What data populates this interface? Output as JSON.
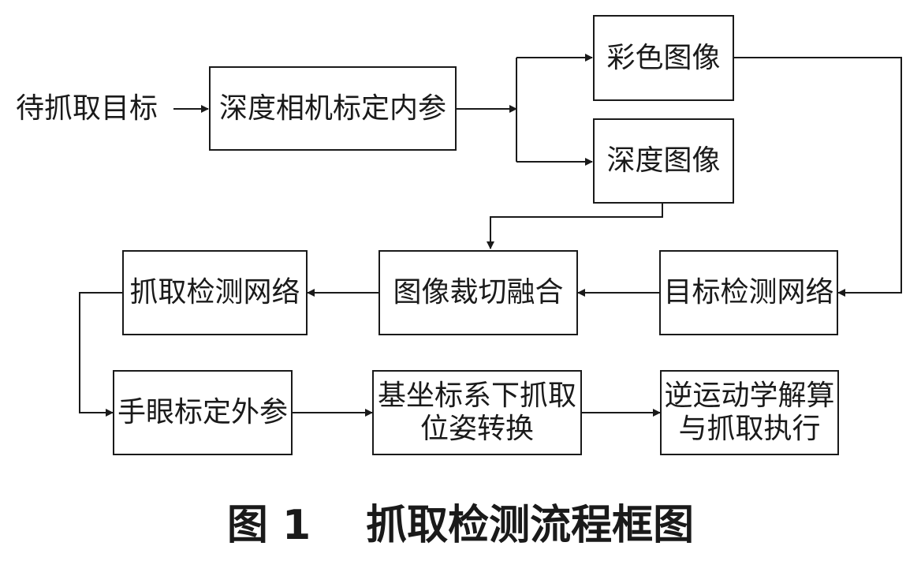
{
  "start_label": "待抓取目标",
  "nodes": {
    "depth_camera_intrinsics": "深度相机标定内参",
    "color_image": "彩色图像",
    "depth_image": "深度图像",
    "target_detection_network": "目标检测网络",
    "image_crop_fusion": "图像裁切融合",
    "grasp_detection_network": "抓取检测网络",
    "hand_eye_extrinsics": "手眼标定外参",
    "base_frame_grasp_pose": [
      "基坐标系下抓取",
      "位姿转换"
    ],
    "inverse_kinematics_execute": [
      "逆运动学解算",
      "与抓取执行"
    ]
  },
  "caption": {
    "figure_number": "图 1",
    "title": "抓取检测流程框图"
  }
}
